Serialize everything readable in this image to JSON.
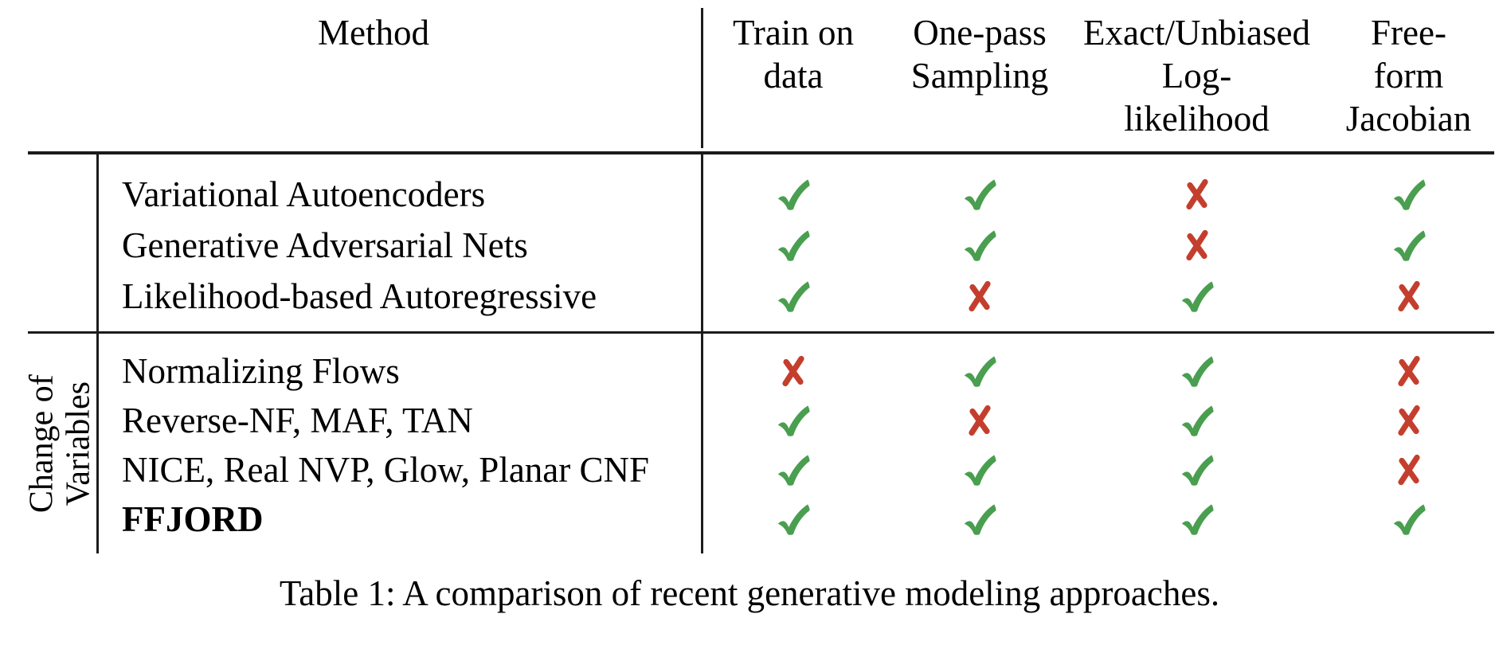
{
  "table": {
    "header": {
      "method_label": "Method",
      "columns": [
        {
          "text": "Train on\ndata"
        },
        {
          "text": "One-pass\nSampling"
        },
        {
          "text": "Exact/Unbiased\nLog-\nlikelihood"
        },
        {
          "text": "Free-\nform\nJacobian"
        }
      ]
    },
    "groups": [
      {
        "label": "",
        "rows": [
          {
            "method": "Variational Autoencoders",
            "bold": false,
            "values": [
              "check",
              "check",
              "cross",
              "check"
            ]
          },
          {
            "method": "Generative Adversarial Nets",
            "bold": false,
            "values": [
              "check",
              "check",
              "cross",
              "check"
            ]
          },
          {
            "method": "Likelihood-based Autoregressive",
            "bold": false,
            "values": [
              "check",
              "cross",
              "check",
              "cross"
            ]
          }
        ]
      },
      {
        "label": "Change of\nVariables",
        "rows": [
          {
            "method": "Normalizing Flows",
            "bold": false,
            "values": [
              "cross",
              "check",
              "check",
              "cross"
            ]
          },
          {
            "method": "Reverse-NF, MAF, TAN",
            "bold": false,
            "values": [
              "check",
              "cross",
              "check",
              "cross"
            ]
          },
          {
            "method": "NICE, Real NVP, Glow, Planar CNF",
            "bold": false,
            "values": [
              "check",
              "check",
              "check",
              "cross"
            ]
          },
          {
            "method": "FFJORD",
            "bold": true,
            "values": [
              "check",
              "check",
              "check",
              "check"
            ]
          }
        ]
      }
    ],
    "caption": "Table 1: A comparison of recent generative modeling approaches."
  },
  "icons": {
    "check_symbol": "✓",
    "cross_symbol": "✗"
  },
  "colors": {
    "check_green": "#4a9e50",
    "cross_red": "#c43e2e",
    "rule_black": "#1d1d1d",
    "text_black": "#000000",
    "background": "#ffffff"
  }
}
